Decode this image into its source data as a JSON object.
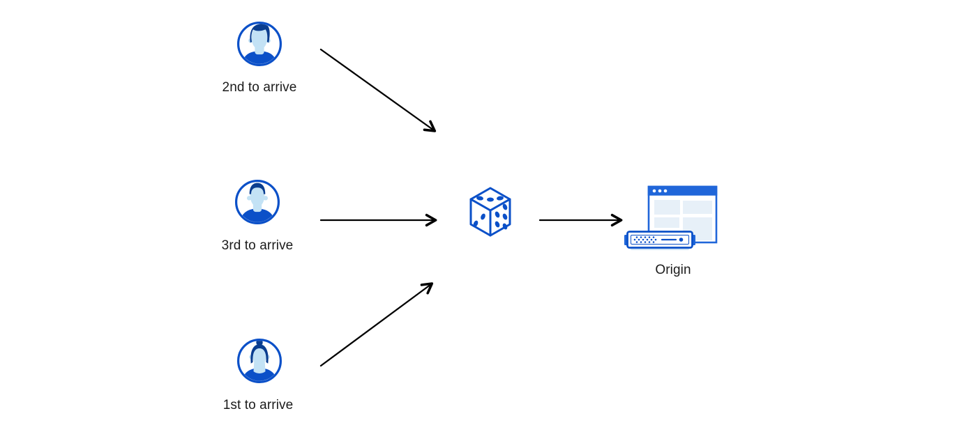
{
  "diagram": {
    "title": "request-coalescing-random-pick-diagram",
    "background": "#ffffff",
    "colors": {
      "primary_blue": "#0b50c8",
      "titlebar_blue": "#2066d9",
      "dark_hair_blue": "#0a3d8f",
      "face_light_blue": "#c3e2f5",
      "panel_light_blue": "#e7f0f8",
      "shadow_light_blue": "#cfe4f6",
      "arrow_color": "#000000",
      "text_color": "#1b1b1b"
    },
    "nodes": {
      "user_top": {
        "label": "2nd to arrive",
        "icon": "male-user-avatar-icon"
      },
      "user_middle": {
        "label": "3rd to arrive",
        "icon": "male-user-avatar-icon"
      },
      "user_bottom": {
        "label": "1st to arrive",
        "icon": "female-user-avatar-icon"
      },
      "dice": {
        "icon": "dice-icon"
      },
      "origin": {
        "label": "Origin",
        "icon": "origin-server-icon"
      }
    },
    "edges": [
      {
        "from": "user_top",
        "to": "dice"
      },
      {
        "from": "user_middle",
        "to": "dice"
      },
      {
        "from": "user_bottom",
        "to": "dice"
      },
      {
        "from": "dice",
        "to": "origin"
      }
    ]
  }
}
